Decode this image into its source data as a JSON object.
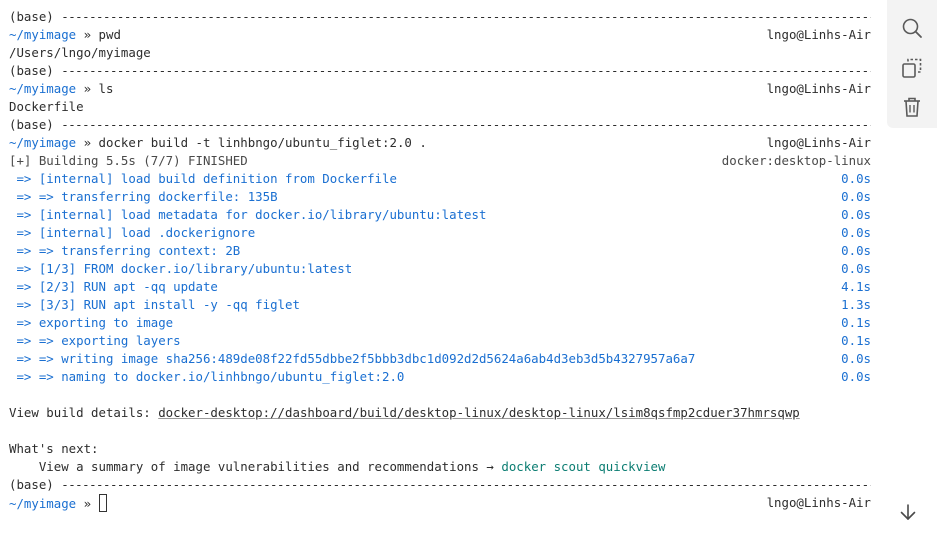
{
  "sidebar": {
    "icons": [
      "search-icon",
      "copy-icon",
      "trash-icon"
    ]
  },
  "scroll": {
    "icon": "arrow-down-icon"
  },
  "terminal": {
    "base_label": "(base)",
    "dash_fill": "--------------------------------------------------------------------------------------------------------------------------",
    "prompt_path": "~/myimage",
    "prompt_sep": "»",
    "user_host": "lngo@Linhs-Air",
    "cmd_pwd": "pwd",
    "out_pwd": "/Users/lngo/myimage",
    "cmd_ls": "ls",
    "out_ls": "Dockerfile",
    "cmd_build": "docker build -t linhbngo/ubuntu_figlet:2.0 .",
    "build_header": "[+] Building 5.5s (7/7) FINISHED",
    "build_context": "docker:desktop-linux",
    "steps": [
      {
        "text": " => [internal] load build definition from Dockerfile",
        "time": "0.0s"
      },
      {
        "text": " => => transferring dockerfile: 135B",
        "time": "0.0s"
      },
      {
        "text": " => [internal] load metadata for docker.io/library/ubuntu:latest",
        "time": "0.0s"
      },
      {
        "text": " => [internal] load .dockerignore",
        "time": "0.0s"
      },
      {
        "text": " => => transferring context: 2B",
        "time": "0.0s"
      },
      {
        "text": " => [1/3] FROM docker.io/library/ubuntu:latest",
        "time": "0.0s"
      },
      {
        "text": " => [2/3] RUN apt -qq update",
        "time": "4.1s"
      },
      {
        "text": " => [3/3] RUN apt install -y -qq figlet",
        "time": "1.3s"
      },
      {
        "text": " => exporting to image",
        "time": "0.1s"
      },
      {
        "text": " => => exporting layers",
        "time": "0.1s"
      },
      {
        "text": " => => writing image sha256:489de08f22fd55dbbe2f5bbb3dbc1d092d2d5624a6ab4d3eb3d5b4327957a6a7",
        "time": "0.0s"
      },
      {
        "text": " => => naming to docker.io/linhbngo/ubuntu_figlet:2.0",
        "time": "0.0s"
      }
    ],
    "details_label": "View build details: ",
    "details_link": "docker-desktop://dashboard/build/desktop-linux/desktop-linux/lsim8qsfmp2cduer37hmrsqwp",
    "whats_next": "What's next:",
    "scout_prefix": "    View a summary of image vulnerabilities and recommendations → ",
    "scout_cmd": "docker scout quickview"
  }
}
